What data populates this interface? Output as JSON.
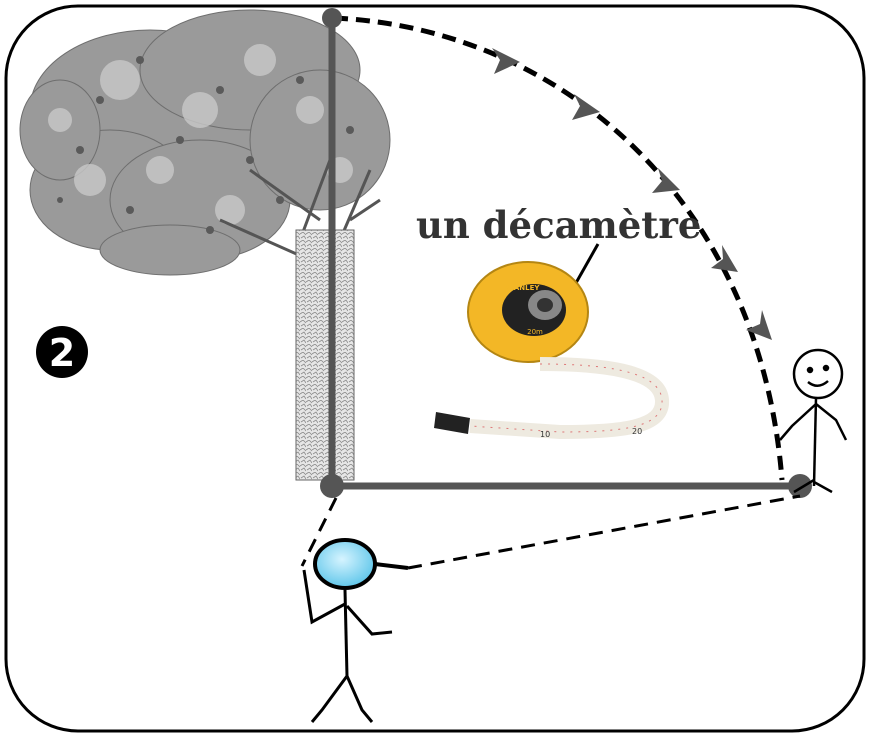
{
  "step_number": "2",
  "tool_label": "un décamètre",
  "tape_brand": "STANLEY",
  "tape_case_text": "20m",
  "tape_scale": [
    "10",
    "20"
  ],
  "colors": {
    "frame": "#000000",
    "measure_line": "#555555",
    "dot": "#555555",
    "tape_case": "#f3b726",
    "tape_ribbon": "#f4f0e6",
    "magnifier": "#7fd3f0",
    "arc": "#000000",
    "arrow": "#555555"
  },
  "icons": [
    "tree-icon",
    "measuring-tape-icon",
    "stick-figure-icon",
    "magnifying-glass-icon"
  ]
}
